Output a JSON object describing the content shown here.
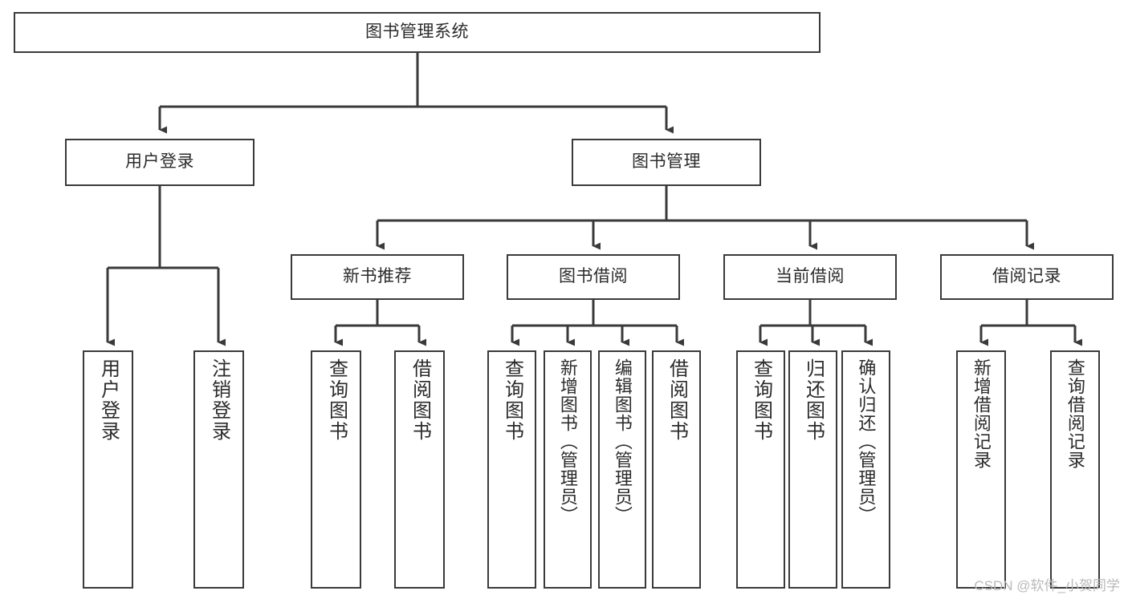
{
  "diagram": {
    "type": "tree-hierarchy",
    "title": "图书管理系统",
    "watermark": "CSDN @软件_小贺同学",
    "colors": {
      "box_border": "#3a3a3a",
      "box_fill": "#ffffff",
      "text": "#2b2b2b",
      "connector": "#3a3a3a",
      "watermark": "#b9b9b9",
      "background": "#ffffff"
    },
    "root": {
      "label": "图书管理系统"
    },
    "level2": [
      {
        "label": "用户登录"
      },
      {
        "label": "图书管理"
      }
    ],
    "level3": [
      {
        "label": "新书推荐"
      },
      {
        "label": "图书借阅"
      },
      {
        "label": "当前借阅"
      },
      {
        "label": "借阅记录"
      }
    ],
    "leaves": {
      "user_login": [
        {
          "label": "用户登录"
        },
        {
          "label": "注销登录"
        }
      ],
      "new_book_recommend": [
        {
          "label": "查询图书"
        },
        {
          "label": "借阅图书"
        }
      ],
      "book_borrow": [
        {
          "label": "查询图书"
        },
        {
          "label": "新增图书（管理员）"
        },
        {
          "label": "编辑图书（管理员）"
        },
        {
          "label": "借阅图书"
        }
      ],
      "current_borrow": [
        {
          "label": "查询图书"
        },
        {
          "label": "归还图书"
        },
        {
          "label": "确认归还（管理员）"
        }
      ],
      "borrow_record": [
        {
          "label": "新增借阅记录"
        },
        {
          "label": "查询借阅记录"
        }
      ]
    }
  }
}
